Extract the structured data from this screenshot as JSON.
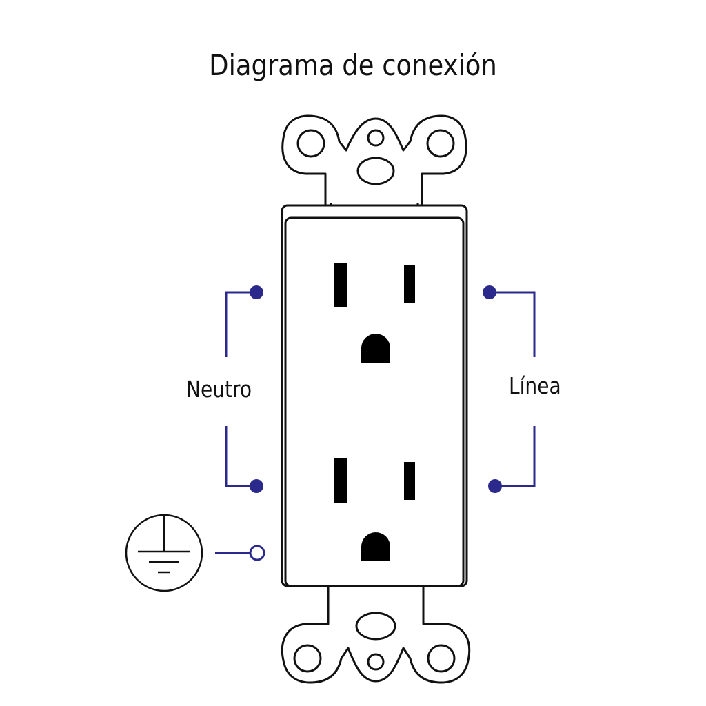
{
  "title": "Diagrama de conexión",
  "labels": {
    "neutral": "Neutro",
    "line": "Línea"
  },
  "colors": {
    "wire": "#2b2a8c",
    "outline": "#111111",
    "background": "#ffffff"
  },
  "icons": {
    "ground": "ground-symbol-icon"
  }
}
